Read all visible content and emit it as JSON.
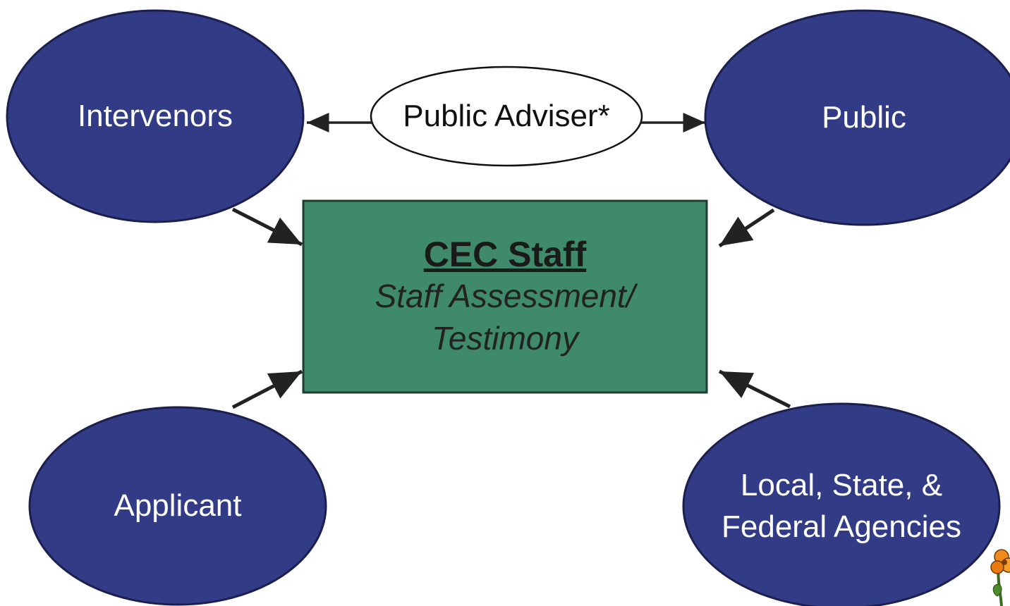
{
  "diagram": {
    "nodes": {
      "intervenors": {
        "label": "Intervenors"
      },
      "public": {
        "label": "Public"
      },
      "applicant": {
        "label": "Applicant"
      },
      "agencies": {
        "label_line1": "Local, State, &",
        "label_line2": "Federal Agencies"
      },
      "public_adviser": {
        "label": "Public Adviser*"
      },
      "cec_staff": {
        "title": "CEC Staff",
        "subtitle_line1": "Staff Assessment/",
        "subtitle_line2": "Testimony"
      }
    },
    "edges": [
      {
        "from": "public_adviser",
        "to": "intervenors"
      },
      {
        "from": "public_adviser",
        "to": "public"
      },
      {
        "from": "intervenors",
        "to": "cec_staff"
      },
      {
        "from": "public",
        "to": "cec_staff"
      },
      {
        "from": "applicant",
        "to": "cec_staff"
      },
      {
        "from": "agencies",
        "to": "cec_staff"
      }
    ],
    "colors": {
      "ellipse_fill": "#323b86",
      "ellipse_stroke": "#1b1f4f",
      "box_fill": "#3e8a6a",
      "box_stroke": "#1e3d30",
      "arrow": "#222222"
    },
    "decor": {
      "flower_icon": "poppy-flower-icon"
    }
  }
}
